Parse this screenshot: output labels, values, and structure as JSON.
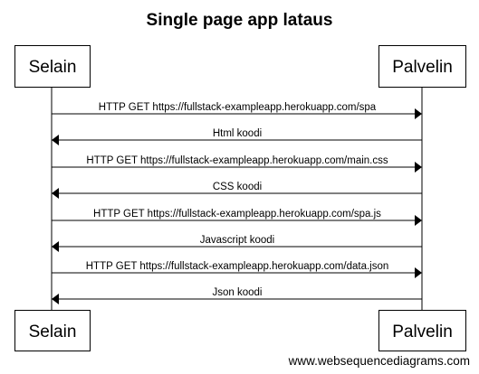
{
  "diagram": {
    "title": "Single page app lataus",
    "participants": {
      "left": "Selain",
      "right": "Palvelin"
    },
    "messages": [
      {
        "label": "HTTP GET https://fullstack-exampleapp.herokuapp.com/spa",
        "direction": "to-right"
      },
      {
        "label": "Html koodi",
        "direction": "to-left"
      },
      {
        "label": "HTTP GET https://fullstack-exampleapp.herokuapp.com/main.css",
        "direction": "to-right"
      },
      {
        "label": "CSS koodi",
        "direction": "to-left"
      },
      {
        "label": "HTTP GET https://fullstack-exampleapp.herokuapp.com/spa.js",
        "direction": "to-right"
      },
      {
        "label": "Javascript koodi",
        "direction": "to-left"
      },
      {
        "label": "HTTP GET https://fullstack-exampleapp.herokuapp.com/data.json",
        "direction": "to-right"
      },
      {
        "label": "Json koodi",
        "direction": "to-left"
      }
    ],
    "footer": "www.websequencediagrams.com"
  }
}
